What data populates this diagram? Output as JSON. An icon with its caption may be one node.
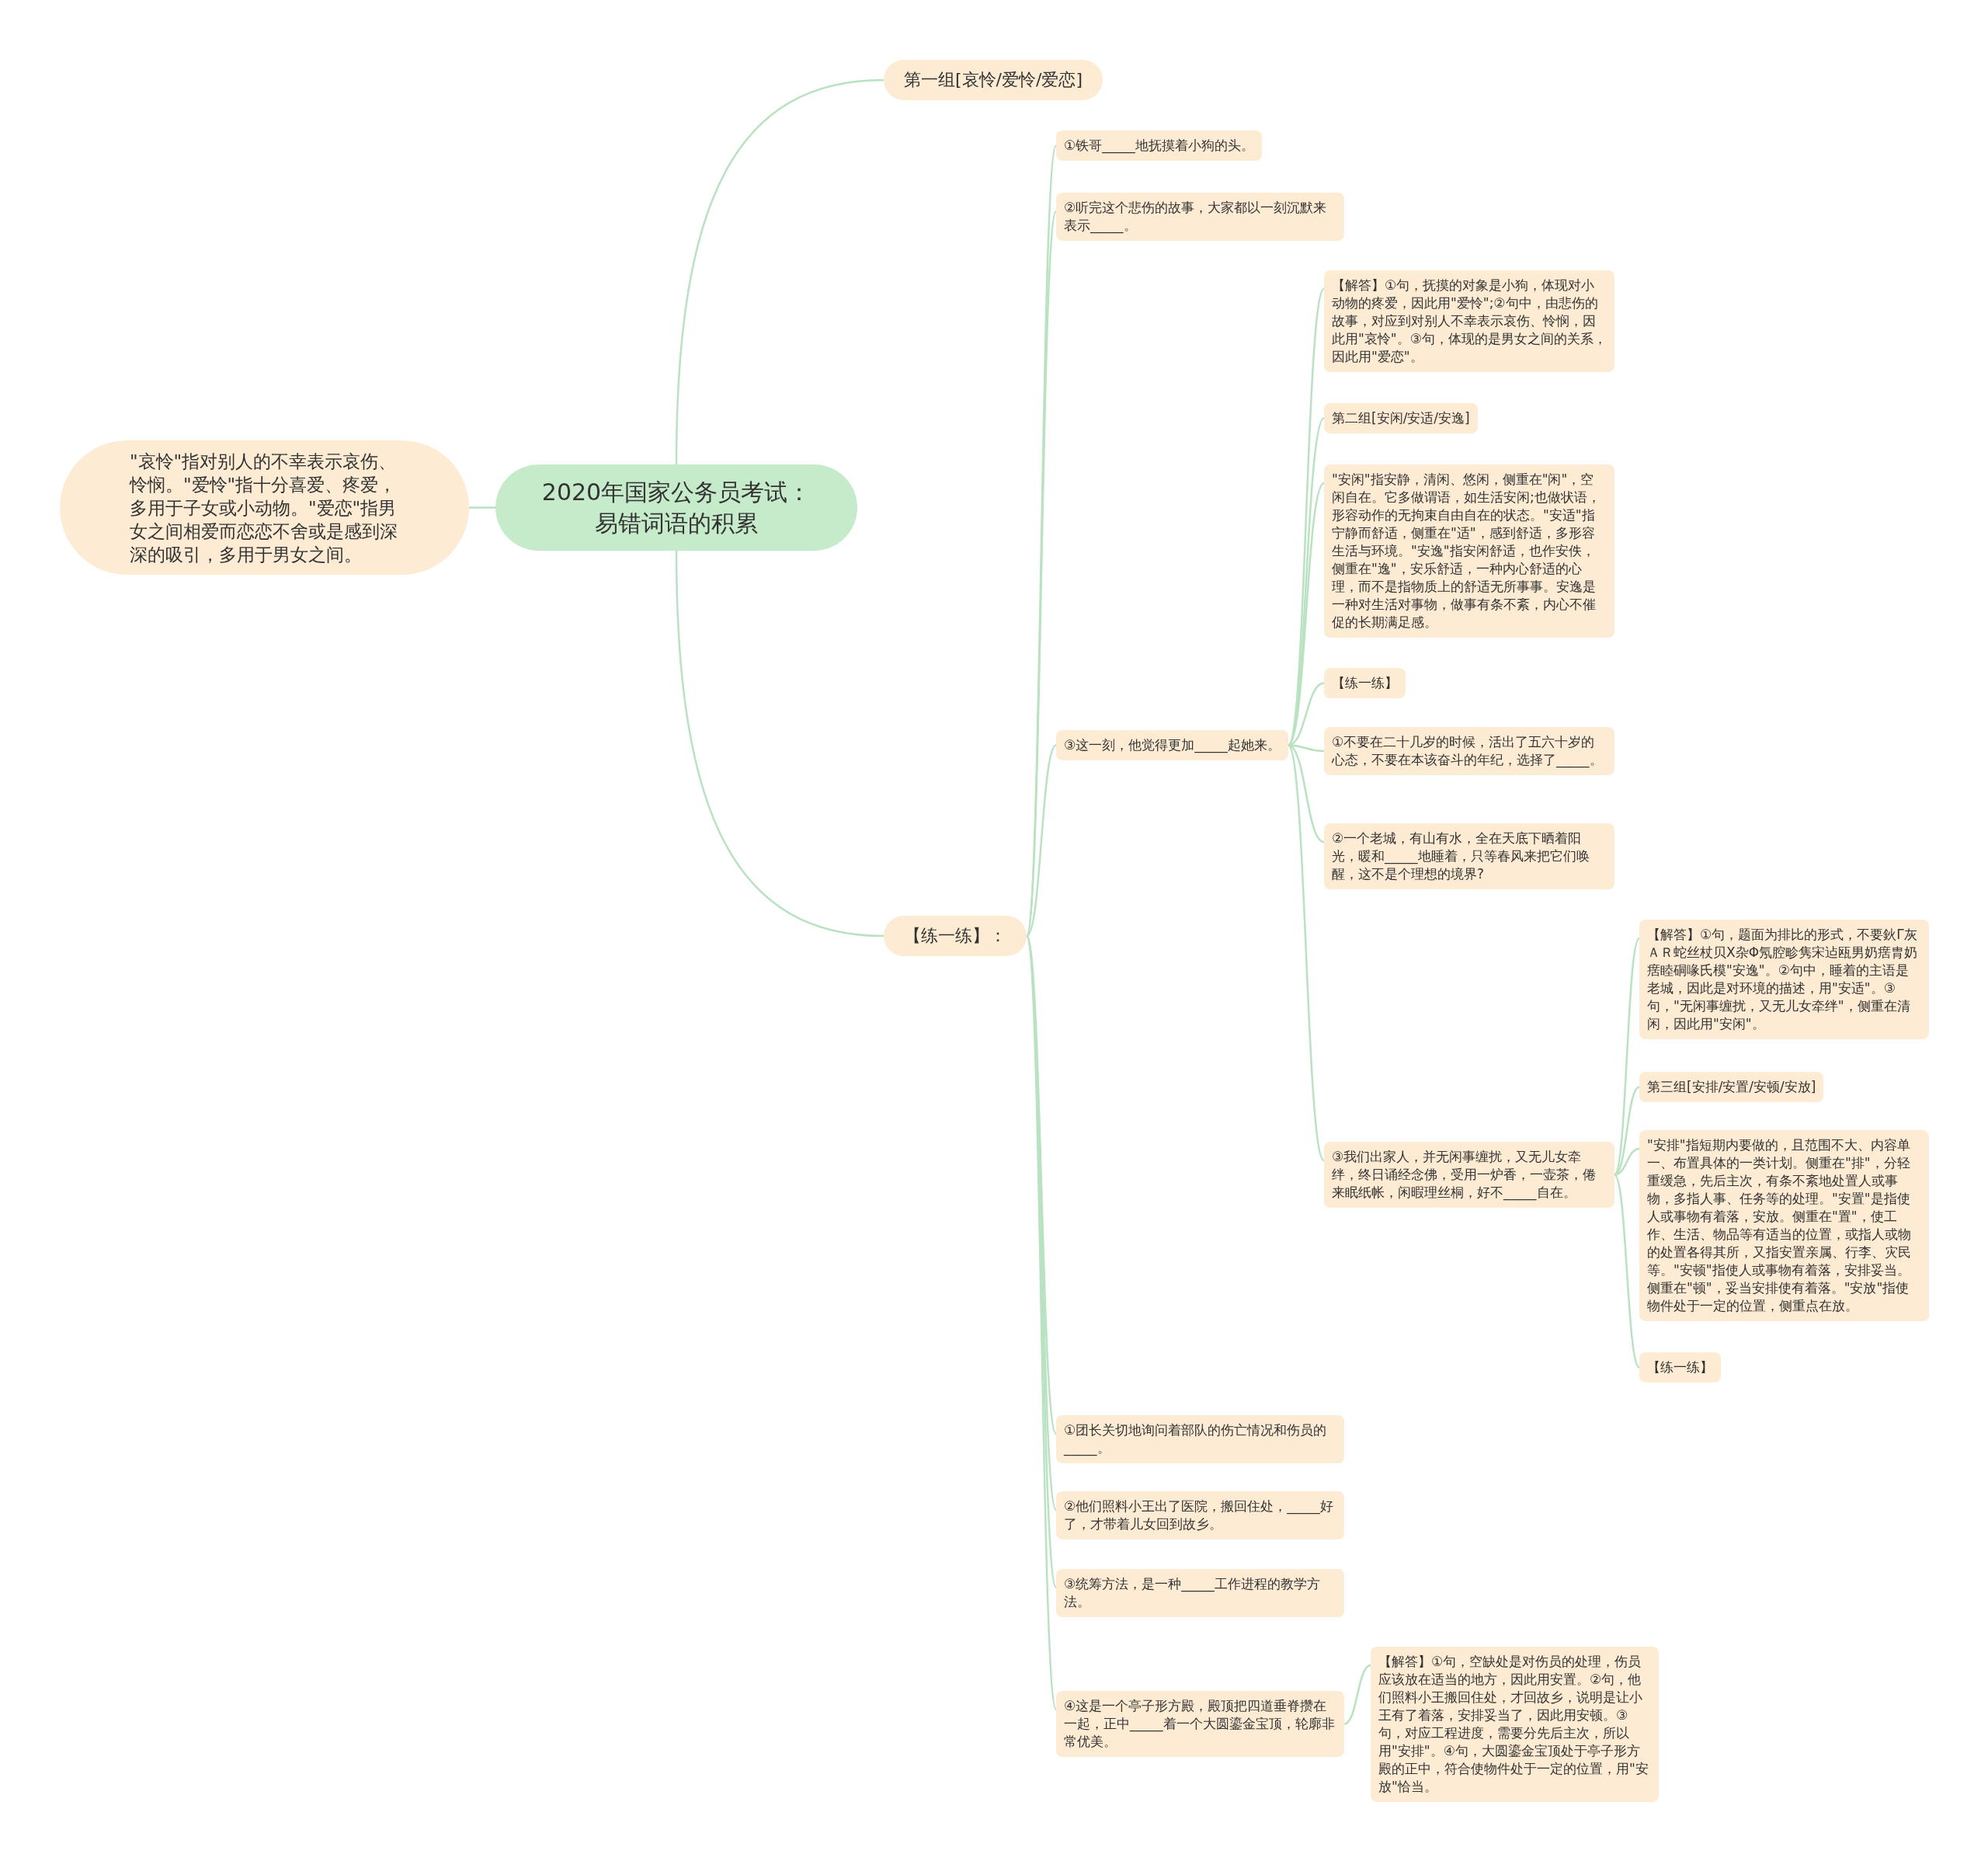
{
  "diagram": {
    "nodes": [
      {
        "text": [
          "2020年国家公务员考试：易错词语的积累"
        ]
      },
      {
        "text": [
          "\"哀怜\"指对别人的不幸表示哀伤、怜悯。\"爱怜\"指十分喜爱、疼爱，多用于子女或小动物。\"爱恋\"指男女之间相爱而恋恋不舍或是感到深深的吸引，多用于男女之间。"
        ]
      },
      {
        "text": [
          "第一组[哀怜/爱怜/爱恋]"
        ]
      },
      {
        "text": [
          "【练一练】："
        ]
      },
      {
        "text": [
          "①铁哥_____地抚摸着小狗的头。"
        ]
      },
      {
        "text": [
          "②听完这个悲伤的故事，大家都以一刻沉默来表示_____。"
        ]
      },
      {
        "text": [
          "③这一刻，他觉得更加_____起她来。"
        ]
      },
      {
        "text": [
          "【解答】①句，抚摸的对象是小狗，体现对小动物的疼爱，因此用\"爱怜\";②句中，由悲伤的故事，对应到对别人不幸表示哀伤、怜悯，因此用\"哀怜\"。③句，体现的是男女之间的关系，因此用\"爱恋\"。"
        ]
      },
      {
        "text": [
          "第二组[安闲/安适/安逸]"
        ]
      },
      {
        "text": [
          "\"安闲\"指安静，清闲、悠闲，侧重在\"闲\"，空闲自在。它多做谓语，如生活安闲;也做状语，形容动作的无拘束自由自在的状态。\"安适\"指宁静而舒适，侧重在\"适\"，感到舒适，多形容生活与环境。\"安逸\"指安闲舒适，也作安佚，侧重在\"逸\"，安乐舒适，一种内心舒适的心理，而不是指物质上的舒适无所事事。安逸是一种对生活对事物，做事有条不紊，内心不催促的长期满足感。"
        ]
      },
      {
        "text": [
          "【练一练】"
        ]
      },
      {
        "text": [
          "①不要在二十几岁的时候，活出了五六十岁的心态，不要在本该奋斗的年纪，选择了_____。"
        ]
      },
      {
        "text": [
          "②一个老城，有山有水，全在天底下晒着阳光，暖和_____地睡着，只等春风来把它们唤醒，这不是个理想的境界?"
        ]
      },
      {
        "text": [
          "③我们出家人，并无闲事缠扰，又无儿女牵绊，终日诵经念佛，受用一炉香，一壶茶，倦来眠纸帐，闲暇理丝桐，好不_____自在。"
        ]
      },
      {
        "text": [
          "【解答】①句，题面为排比的形式，不要鈥Γ灰ＡＲ蛇丝杖贝X杂Φ氖腔畛隽宋迠瓯男奶瘔胄奶瘔睦硐喙氏模\"安逸\"。②句中，睡着的主语是老城，因此是对环境的描述，用\"安适\"。③句，\"无闲事缠扰，又无儿女牵绊\"，侧重在清闲，因此用\"安闲\"。"
        ]
      },
      {
        "text": [
          "第三组[安排/安置/安顿/安放]"
        ]
      },
      {
        "text": [
          "\"安排\"指短期内要做的，且范围不大、内容单一、布置具体的一类计划。侧重在\"排\"，分轻重缓急，先后主次，有条不紊地处置人或事物，多指人事、任务等的处理。\"安置\"是指使人或事物有着落，安放。侧重在\"置\"，使工作、生活、物品等有适当的位置，或指人或物的处置各得其所，又指安置亲属、行李、灾民等。\"安顿\"指使人或事物有着落，安排妥当。侧重在\"顿\"，妥当安排使有着落。\"安放\"指使物件处于一定的位置，侧重点在放。"
        ]
      },
      {
        "text": [
          "【练一练】"
        ]
      },
      {
        "text": [
          "①团长关切地询问着部队的伤亡情况和伤员的_____。"
        ]
      },
      {
        "text": [
          "②他们照料小王出了医院，搬回住处，_____好了，才带着儿女回到故乡。"
        ]
      },
      {
        "text": [
          "③统筹方法，是一种_____工作进程的教学方法。"
        ]
      },
      {
        "text": [
          "④这是一个亭子形方殿，殿顶把四道垂脊攒在一起，正中_____着一个大圆鎏金宝顶，轮廓非常优美。"
        ]
      },
      {
        "text": [
          "【解答】①句，空缺处是对伤员的处理，伤员应该放在适当的地方，因此用安置。②句，他们照料小王搬回住处，才回故乡，说明是让小王有了着落，安排妥当了，因此用安顿。③句，对应工程进度，需要分先后主次，所以用\"安排\"。④句，大圆鎏金宝顶处于亭子形方殿的正中，符合使物件处于一定的位置，用\"安放\"恰当。"
        ]
      }
    ],
    "edges": [
      {
        "from": 0,
        "to": 1,
        "arrow": "none"
      },
      {
        "from": 0,
        "to": 2,
        "arrow": "none"
      },
      {
        "from": 0,
        "to": 3,
        "arrow": "none"
      },
      {
        "from": 3,
        "to": 4,
        "arrow": "none"
      },
      {
        "from": 3,
        "to": 5,
        "arrow": "none"
      },
      {
        "from": 3,
        "to": 6,
        "arrow": "none"
      },
      {
        "from": 6,
        "to": 7,
        "arrow": "none"
      },
      {
        "from": 6,
        "to": 8,
        "arrow": "none"
      },
      {
        "from": 6,
        "to": 9,
        "arrow": "none"
      },
      {
        "from": 6,
        "to": 10,
        "arrow": "none"
      },
      {
        "from": 6,
        "to": 11,
        "arrow": "none"
      },
      {
        "from": 6,
        "to": 12,
        "arrow": "none"
      },
      {
        "from": 6,
        "to": 13,
        "arrow": "none"
      },
      {
        "from": 13,
        "to": 14,
        "arrow": "none"
      },
      {
        "from": 13,
        "to": 15,
        "arrow": "none"
      },
      {
        "from": 13,
        "to": 16,
        "arrow": "none"
      },
      {
        "from": 13,
        "to": 17,
        "arrow": "none"
      },
      {
        "from": 3,
        "to": 18,
        "arrow": "none"
      },
      {
        "from": 3,
        "to": 19,
        "arrow": "none"
      },
      {
        "from": 3,
        "to": 20,
        "arrow": "none"
      },
      {
        "from": 3,
        "to": 21,
        "arrow": "none"
      },
      {
        "from": 21,
        "to": 22,
        "arrow": "none"
      }
    ]
  }
}
